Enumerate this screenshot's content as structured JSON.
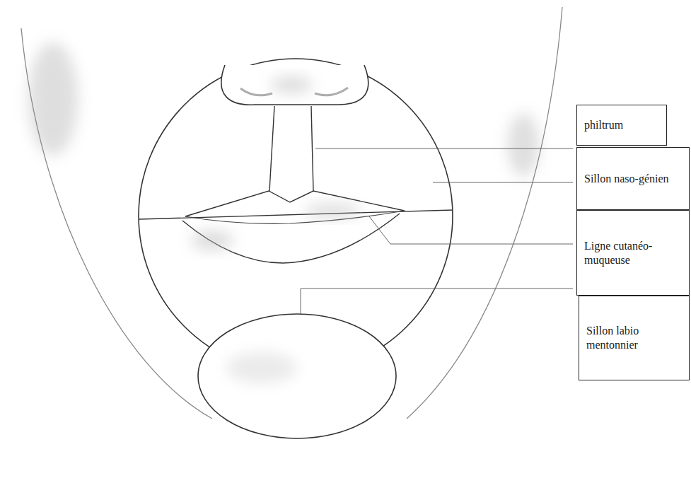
{
  "diagram": {
    "nodes": [
      {
        "text": [
          "philtrum"
        ]
      },
      {
        "text": [
          "Sillon naso-génien"
        ]
      },
      {
        "text": [
          "Ligne cutanéo-muqueuse"
        ]
      },
      {
        "text": [
          "Sillon labio mentonnier"
        ]
      }
    ]
  }
}
